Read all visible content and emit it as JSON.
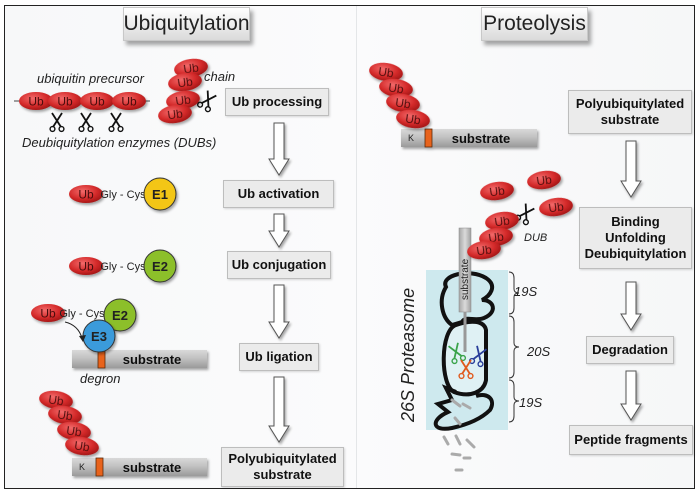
{
  "panels": {
    "left": {
      "title": "Ubiquitylation",
      "steps": [
        "Ub processing",
        "Ub activation",
        "Ub conjugation",
        "Ub ligation",
        "Polyubiquitylated substrate"
      ],
      "labels": {
        "precursor": "ubiquitin precursor",
        "chain": "chain",
        "dubs": "Deubiquitylation enzymes (DUBs)",
        "gly_cys": "Gly - Cys",
        "degron": "degron",
        "substrate": "substrate",
        "lysine": "K"
      },
      "enzymes": {
        "e1": "E1",
        "e2": "E2",
        "e3": "E3"
      }
    },
    "right": {
      "title": "Proteolysis",
      "steps": [
        "Polyubiquitylated substrate",
        "Binding Unfolding Deubiquitylation",
        "Degradation",
        "Peptide fragments"
      ],
      "labels": {
        "substrate": "substrate",
        "lysine": "K",
        "dub": "DUB",
        "proteasome": "26S Proteasome",
        "cap_top": "19S",
        "core": "20S",
        "cap_bottom": "19S"
      }
    }
  },
  "ub_label": "Ub",
  "colors": {
    "ub_red": "#d42a2a",
    "e1_yellow": "#f3c614",
    "e2_green": "#8cbf2a",
    "e3_blue": "#3b9bdb",
    "degron_orange": "#e8641e",
    "proteasome_bg": "#c9e7ec",
    "scissor_green": "#3aa34a",
    "scissor_blue": "#2a3f9a",
    "scissor_orange": "#e05a1e"
  }
}
